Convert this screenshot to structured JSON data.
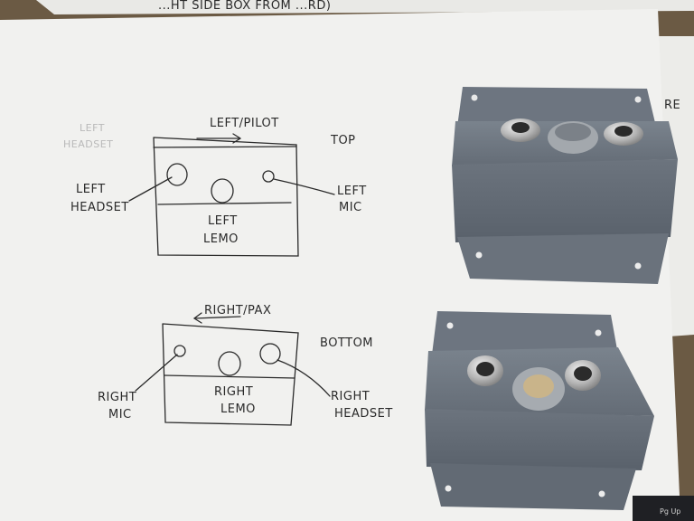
{
  "sheet": {
    "top_strip_text": "...HT SIDE BOX FROM ...RD)",
    "right_edge_text": "RE"
  },
  "left_diagram": {
    "direction_label": "LEFT/PILOT",
    "position_label": "TOP",
    "faded_label_1": "LEFT",
    "faded_label_2": "HEADSET",
    "headset_label_1": "LEFT",
    "headset_label_2": "HEADSET",
    "mic_label_1": "LEFT",
    "mic_label_2": "MIC",
    "lemo_label_1": "LEFT",
    "lemo_label_2": "LEMO"
  },
  "right_diagram": {
    "direction_label": "RIGHT/PAX",
    "position_label": "BOTTOM",
    "mic_label_1": "RIGHT",
    "mic_label_2": "MIC",
    "lemo_label_1": "RIGHT",
    "lemo_label_2": "LEMO",
    "headset_label_1": "RIGHT",
    "headset_label_2": "HEADSET"
  },
  "keyboard": {
    "key_label": "Pg Up"
  },
  "colors": {
    "paper": "#f1f1ef",
    "bracket_grey": "#5e6670",
    "table_wood": "#6b5a44",
    "ink": "#2a2a2a"
  }
}
